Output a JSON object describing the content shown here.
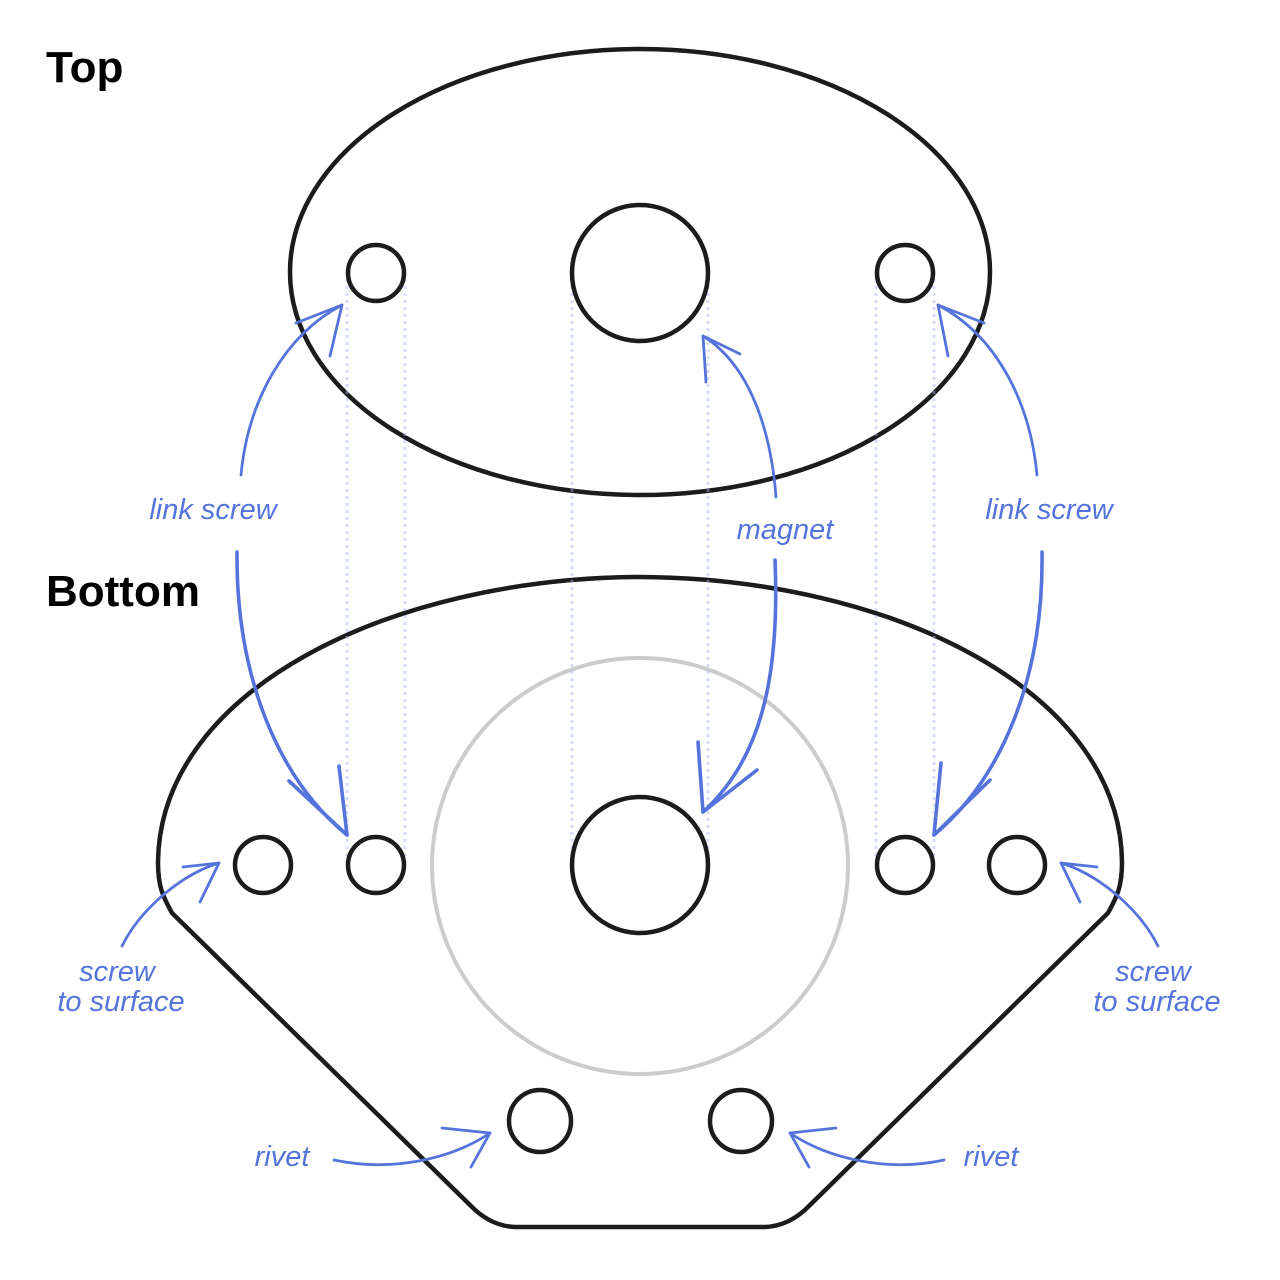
{
  "labels": {
    "top": "Top",
    "bottom": "Bottom"
  },
  "annotations": {
    "link_screw_left": "link screw",
    "link_screw_right": "link screw",
    "magnet": "magnet",
    "screw_to_surface_left": [
      "screw",
      "to surface"
    ],
    "screw_to_surface_right": [
      "screw",
      "to surface"
    ],
    "rivet_left": "rivet",
    "rivet_right": "rivet"
  },
  "colors": {
    "outline": "#1c1c1c",
    "annotation": "#5574db",
    "guide": "#a9b8ea",
    "magnet_ring": "#cccccc",
    "heading": "#000000"
  }
}
